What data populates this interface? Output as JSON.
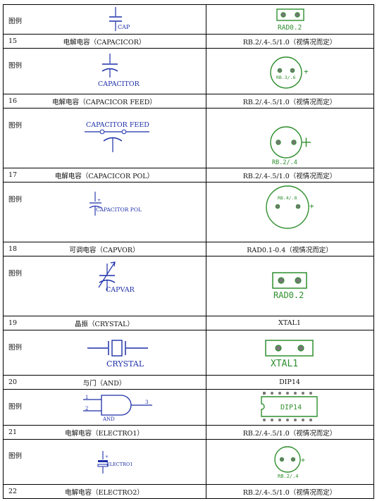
{
  "table": {
    "rows": [
      {
        "no": "",
        "label": "图例",
        "left_symbol": "CAP",
        "right_footprint": "RAD0.2"
      },
      {
        "no": "15",
        "name": "电解电容（CAPACICOR）",
        "footprint": "RB.2/.4-.5/1.0（视情况而定）"
      },
      {
        "label": "图例",
        "left_symbol": "CAPACITOR",
        "right_footprint": "RB.3/.6"
      },
      {
        "no": "16",
        "name": "电解电容（CAPACICOR FEED）",
        "footprint": "RB.2/.4-.5/1.0（视情况而定）"
      },
      {
        "label": "图例",
        "left_symbol": "CAPACITOR FEED",
        "right_footprint": "RB.2/.4"
      },
      {
        "no": "17",
        "name": "电解电容（CAPACICOR POL）",
        "footprint": "RB.2/.4-.5/1.0（视情况而定）"
      },
      {
        "label": "图例",
        "left_symbol": "CAPACITOR POL",
        "right_footprint": "RB.4/.8"
      },
      {
        "no": "18",
        "name": "可调电容（CAPVOR）",
        "footprint": "RAD0.1-0.4（视情况而定）"
      },
      {
        "label": "图例",
        "left_symbol": "CAPVAR",
        "right_footprint": "RAD0.2"
      },
      {
        "no": "19",
        "name": "晶振（CRYSTAL）",
        "footprint": "XTAL1"
      },
      {
        "label": "图例",
        "left_symbol": "CRYSTAL",
        "right_footprint": "XTAL1"
      },
      {
        "no": "20",
        "name": "与门（AND）",
        "footprint": "DIP14"
      },
      {
        "label": "图例",
        "left_symbol": "AND",
        "left_pins": [
          "1",
          "2",
          "3"
        ],
        "right_footprint": "DIP14"
      },
      {
        "no": "21",
        "name": "电解电容（ELECTRO1）",
        "footprint": "RB.2/.4-.5/1.0（视情况而定）"
      },
      {
        "label": "图例",
        "left_symbol": "ELECTRO1",
        "right_footprint": "RB.2/.4"
      },
      {
        "no": "22",
        "name": "电解电容（ELECTRO2）",
        "footprint": "RB.2/.4-.5/1.0（视情况而定）"
      }
    ],
    "plus_sign": "+",
    "colors": {
      "schematic": "#1c2fa8",
      "footprint": "#2f8f2f",
      "grid": "#000000"
    }
  }
}
